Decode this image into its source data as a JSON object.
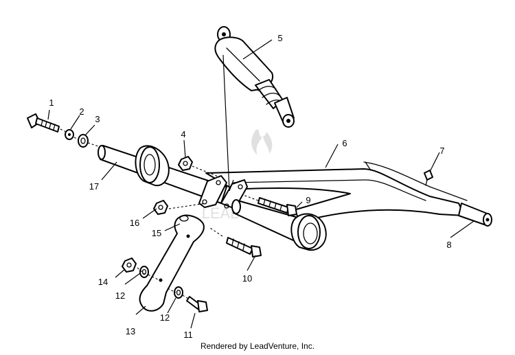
{
  "diagram": {
    "callouts": [
      {
        "id": "c1",
        "label": "1"
      },
      {
        "id": "c2",
        "label": "2"
      },
      {
        "id": "c3",
        "label": "3"
      },
      {
        "id": "c4",
        "label": "4"
      },
      {
        "id": "c5",
        "label": "5"
      },
      {
        "id": "c6",
        "label": "6"
      },
      {
        "id": "c7",
        "label": "7"
      },
      {
        "id": "c8",
        "label": "8"
      },
      {
        "id": "c9",
        "label": "9"
      },
      {
        "id": "c10",
        "label": "10"
      },
      {
        "id": "c11",
        "label": "11"
      },
      {
        "id": "c12a",
        "label": "12"
      },
      {
        "id": "c12b",
        "label": "12"
      },
      {
        "id": "c13",
        "label": "13"
      },
      {
        "id": "c14",
        "label": "14"
      },
      {
        "id": "c15",
        "label": "15"
      },
      {
        "id": "c16",
        "label": "16"
      },
      {
        "id": "c17",
        "label": "17"
      }
    ],
    "footer": "Rendered by LeadVenture, Inc.",
    "watermark_text": "LEADVENTURE"
  }
}
